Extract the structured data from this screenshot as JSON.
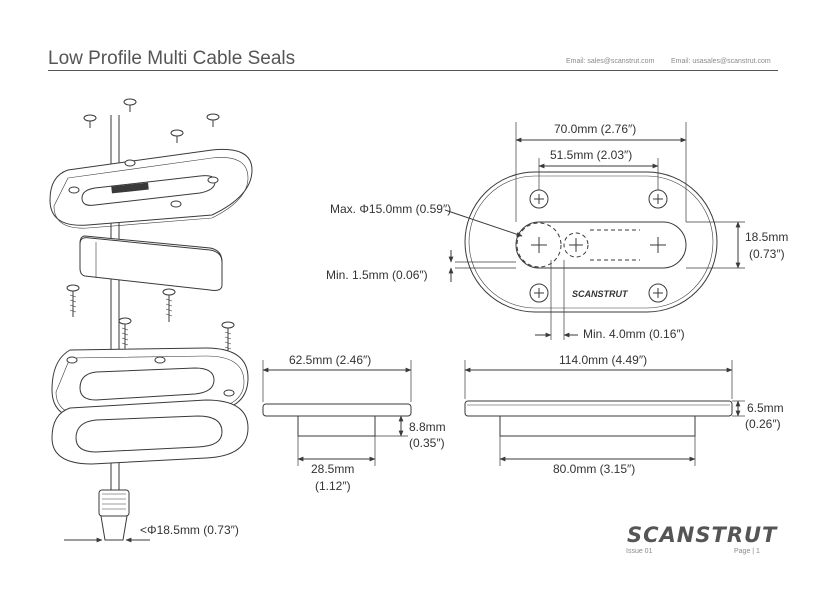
{
  "header": {
    "title": "Low Profile Multi Cable Seals",
    "email_sales": "Email: sales@scanstrut.com",
    "email_usa": "Email: usasales@scanstrut.com"
  },
  "brand": {
    "logo_text": "SCANSTRUT",
    "plate_logo_text": "SCANSTRUT"
  },
  "footer": {
    "issue": "Issue 01",
    "page": "Page |  1"
  },
  "dimensions": {
    "top_overall": "70.0mm (2.76″)",
    "top_holes": "51.5mm (2.03″)",
    "max_cable": "Max. Φ15.0mm (0.59″)",
    "min_wall": "Min. 1.5mm (0.06″)",
    "min_spacing": "Min. 4.0mm (0.16″)",
    "slot_height_mm": "18.5mm",
    "slot_height_in": "(0.73″)",
    "side_width": "62.5mm (2.46″)",
    "side_height_mm": "8.8mm",
    "side_height_in": "(0.35″)",
    "side_base_mm": "28.5mm",
    "side_base_in": "(1.12″)",
    "front_width": "114.0mm (4.49″)",
    "front_height_mm": "6.5mm",
    "front_height_in": "(0.26″)",
    "front_base": "80.0mm (3.15″)",
    "cable_diameter": "<Φ18.5mm (0.73″)"
  },
  "colors": {
    "line": "#3a3a3a",
    "fill": "#ffffff",
    "text": "#333333"
  }
}
